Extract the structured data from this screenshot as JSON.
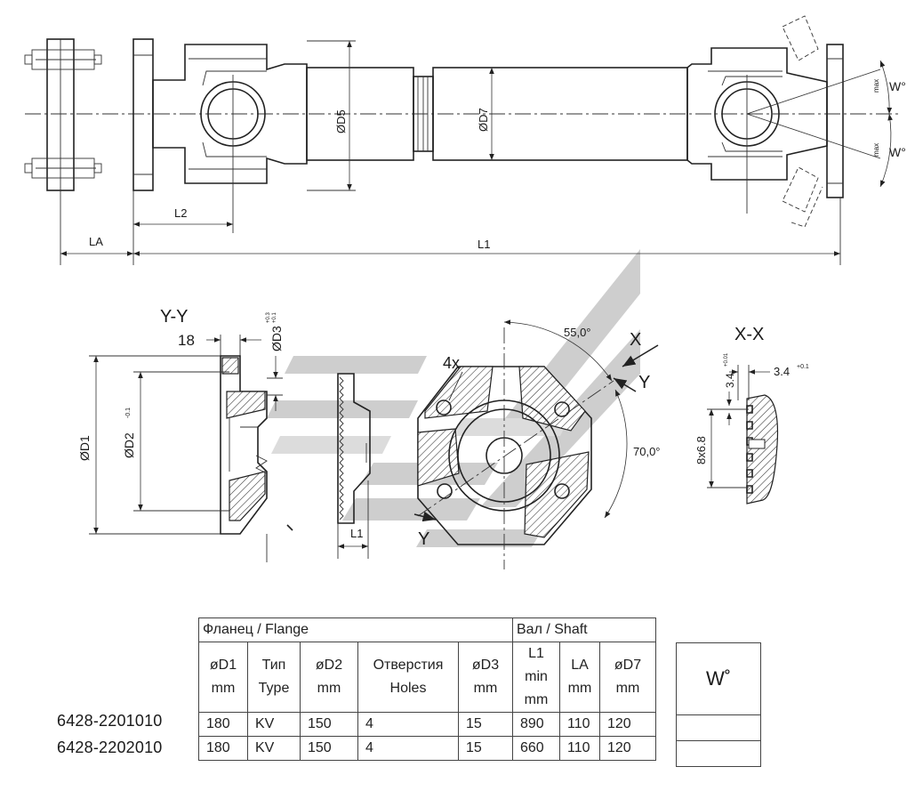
{
  "labels": {
    "d5": "ØD5",
    "d7": "ØD7",
    "l2": "L2",
    "la": "LA",
    "l1": "L1",
    "w": "W°",
    "wmax": "max",
    "section_yy": "Y-Y",
    "section_xx": "X-X",
    "dim18": "18",
    "d3_tol": "ØD3",
    "d3_tol_up": "+0.3",
    "d3_tol_lo": "+0.1",
    "d1": "ØD1",
    "d2": "ØD2",
    "d2_tol": "-0.1",
    "l1_small": "L1",
    "holes4x": "4x",
    "angle55": "55,0°",
    "angle70": "70,0°",
    "x": "X",
    "y": "Y",
    "dim34_a": "3.4",
    "dim34_a_tol": "+0.01",
    "dim34_b": "3.4",
    "dim34_b_tol": "+0.1",
    "spline": "8x6.8"
  },
  "table": {
    "flange_header": "Фланец / Flange",
    "shaft_header": "Вал / Shaft",
    "columns": [
      [
        "øD1",
        "mm"
      ],
      [
        "Тип",
        "Type"
      ],
      [
        "øD2",
        "mm"
      ],
      [
        "Отверстия",
        "Holes"
      ],
      [
        "øD3",
        "mm"
      ],
      [
        "L1",
        "min",
        "mm"
      ],
      [
        "LA",
        "mm"
      ],
      [
        "øD7",
        "mm"
      ]
    ],
    "w_header": "W˚",
    "rows": [
      {
        "part": "6428-2201010",
        "values": [
          "180",
          "KV",
          "150",
          "4",
          "15",
          "890",
          "110",
          "120"
        ]
      },
      {
        "part": "6428-2202010",
        "values": [
          "180",
          "KV",
          "150",
          "4",
          "15",
          "660",
          "110",
          "120"
        ]
      }
    ]
  }
}
